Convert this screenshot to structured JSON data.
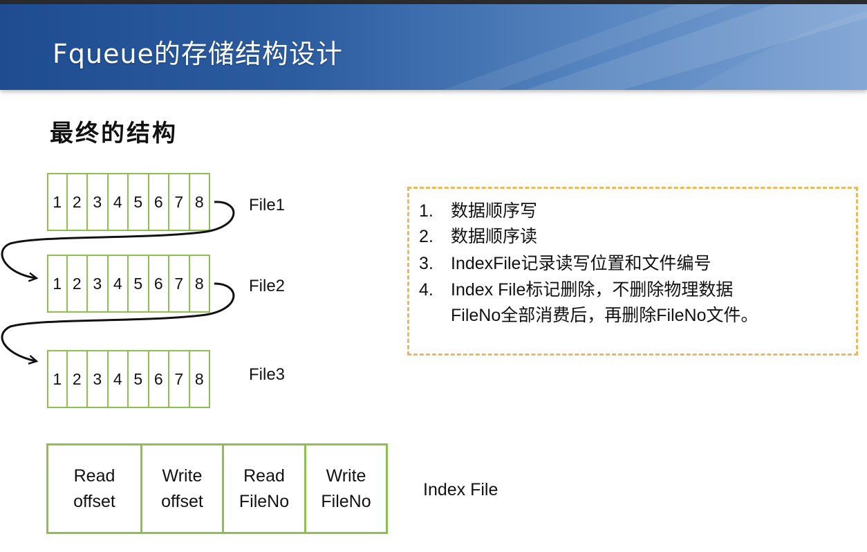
{
  "header": {
    "title": "Fqueue的存储结构设计"
  },
  "subtitle": "最终的结构",
  "files": [
    {
      "label": "File1",
      "cells": [
        "1",
        "2",
        "3",
        "4",
        "5",
        "6",
        "7",
        "8"
      ]
    },
    {
      "label": "File2",
      "cells": [
        "1",
        "2",
        "3",
        "4",
        "5",
        "6",
        "7",
        "8"
      ]
    },
    {
      "label": "File3",
      "cells": [
        "1",
        "2",
        "3",
        "4",
        "5",
        "6",
        "7",
        "8"
      ]
    }
  ],
  "notes": [
    {
      "num": "1.",
      "text": "数据顺序写"
    },
    {
      "num": "2.",
      "text": "数据顺序读"
    },
    {
      "num": "3.",
      "text": "IndexFile记录读写位置和文件编号"
    },
    {
      "num": "4.",
      "text": "Index File标记删除，不删除物理数据"
    }
  ],
  "note_continuation": "FileNo全部消费后，再删除FileNo文件。",
  "index_file": {
    "label": "Index File",
    "fields": [
      "Read\noffset",
      "Write\noffset",
      "Read\nFileNo",
      "Write\nFileNo"
    ]
  },
  "colors": {
    "banner": "#2c5da0",
    "cell_border": "#8dc14f",
    "note_border": "#eeb85a"
  }
}
